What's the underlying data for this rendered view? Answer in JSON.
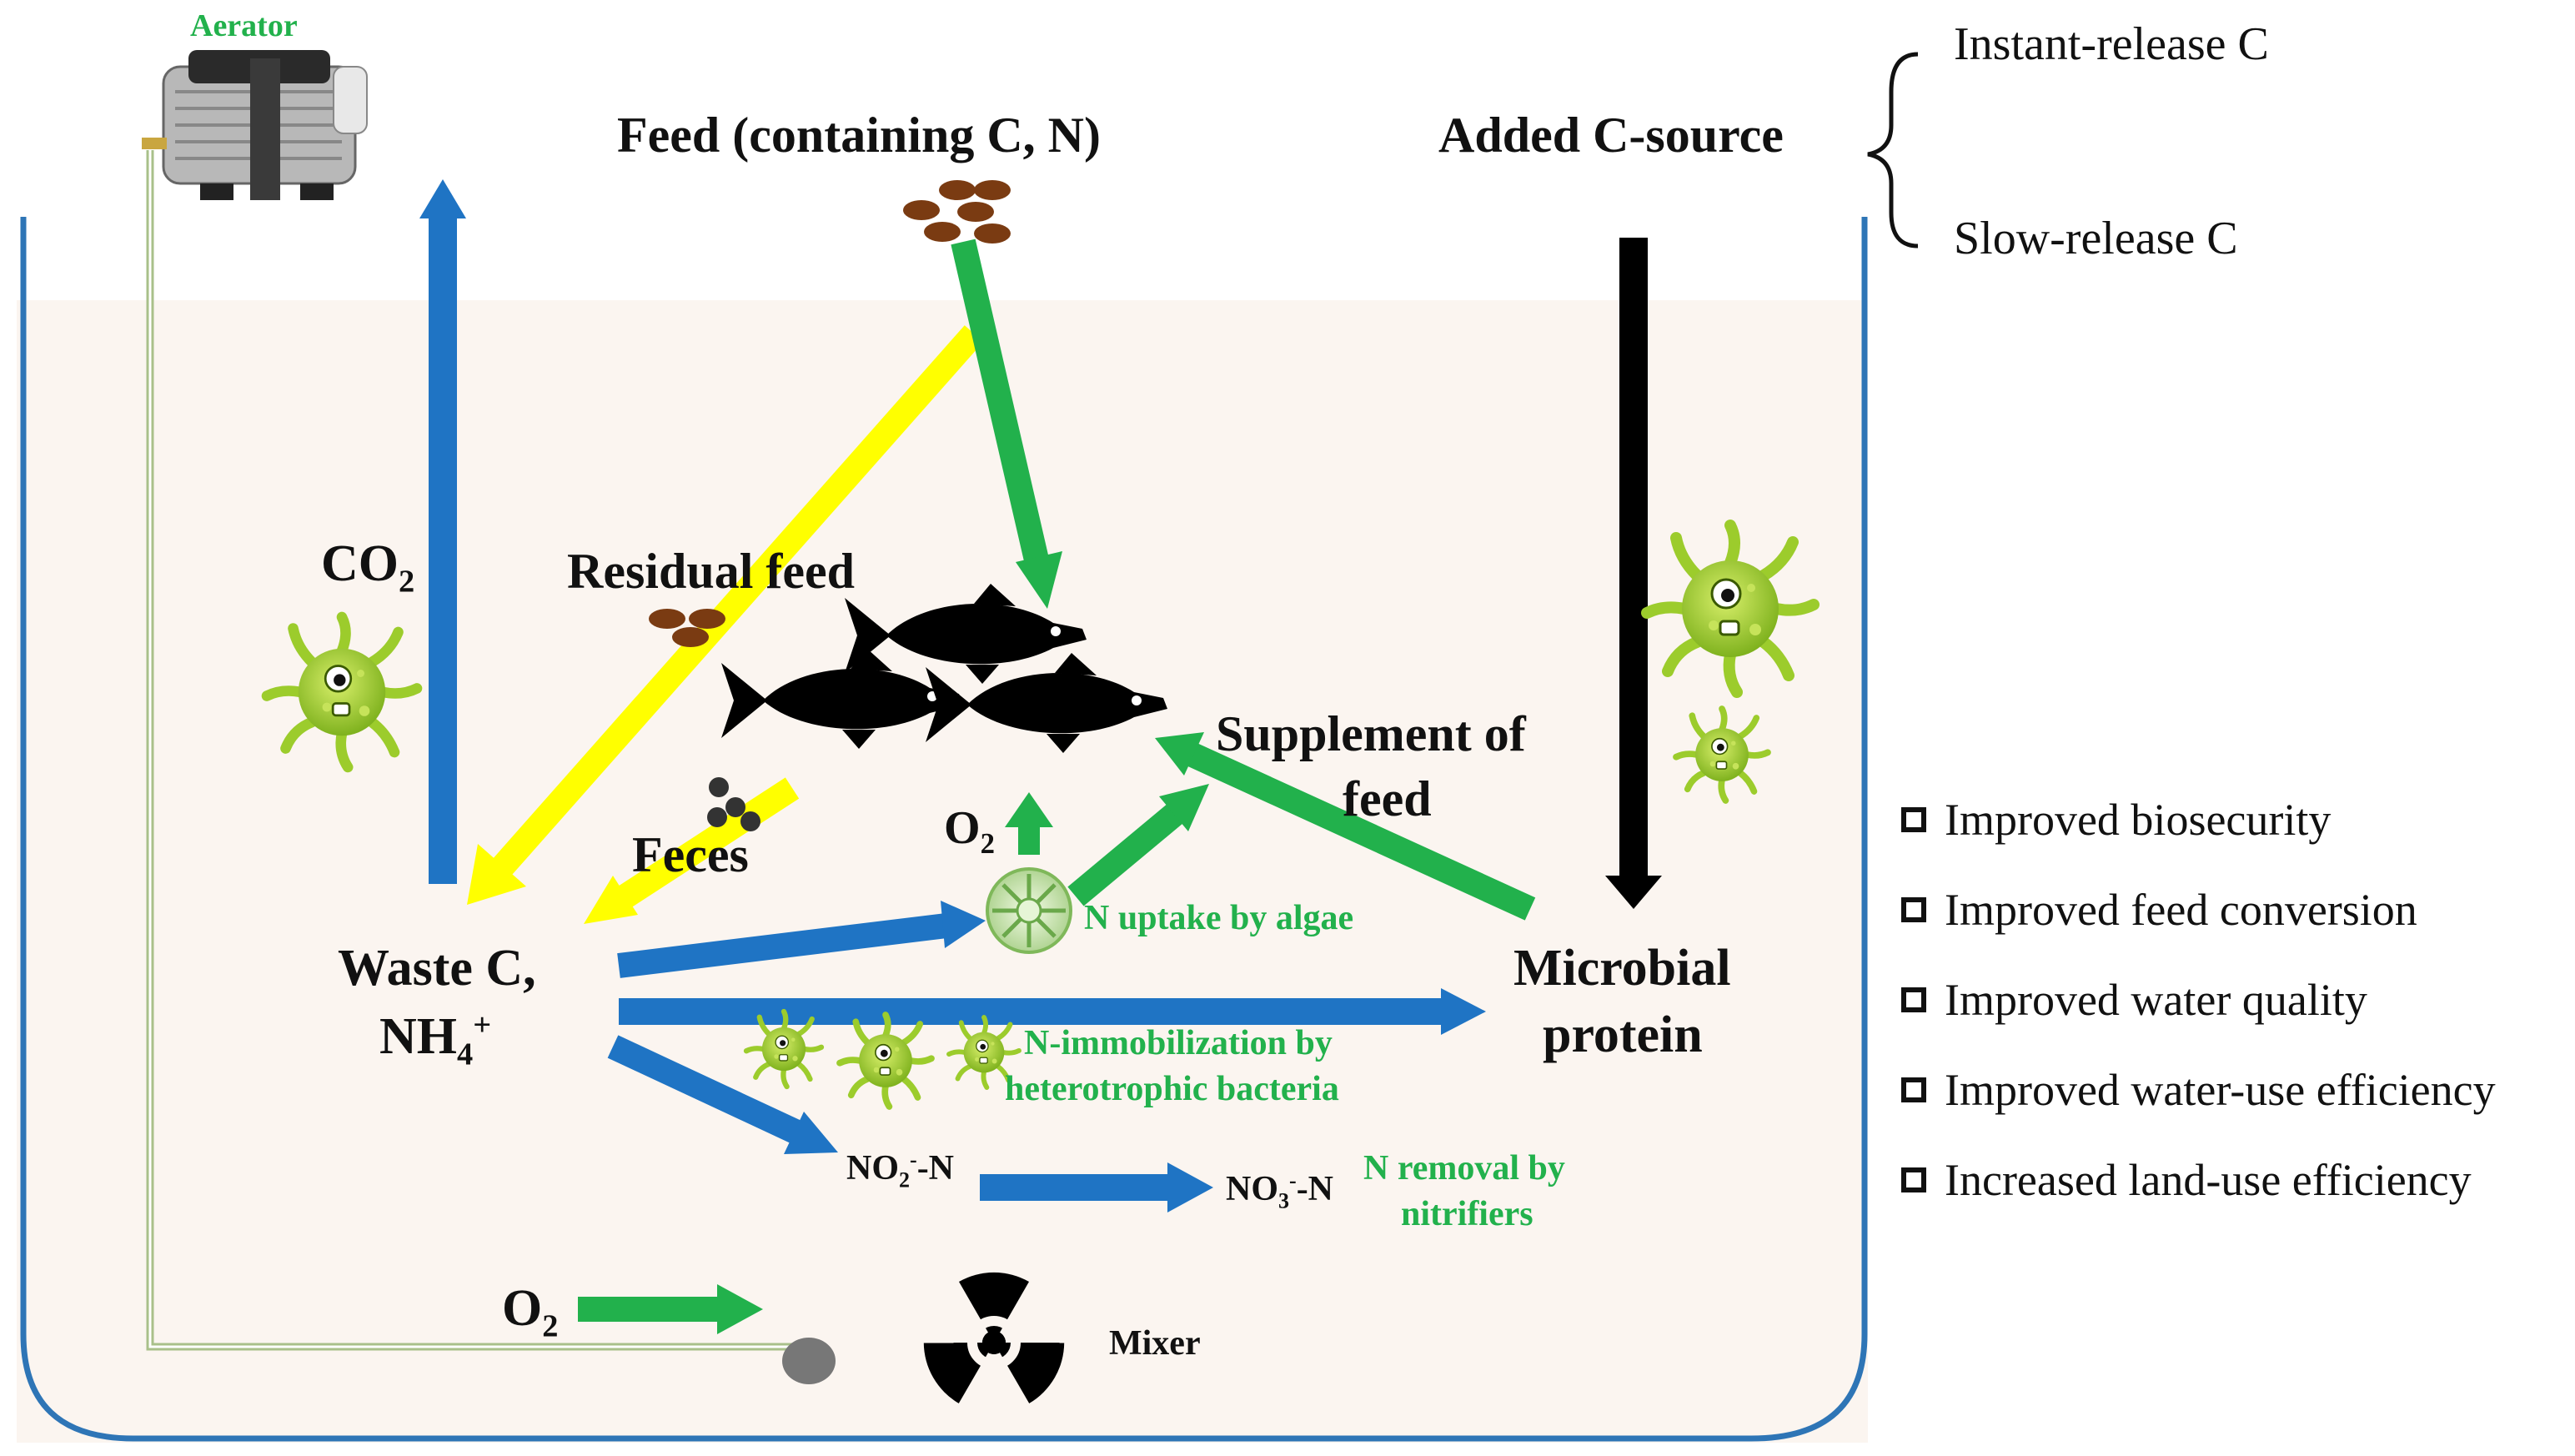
{
  "labels": {
    "aerator": "Aerator",
    "feed": "Feed (containing C, N)",
    "added_c": "Added C-source",
    "instant_c": "Instant-release C",
    "slow_c": "Slow-release C",
    "co2_main": "CO",
    "co2_sub": "2",
    "residual_feed": "Residual feed",
    "supplement_line1": "Supplement of",
    "supplement_line2": "feed",
    "o2_main": "O",
    "o2_sub": "2",
    "feces": "Feces",
    "waste_line1": "Waste C,",
    "nh4_main": "NH",
    "nh4_sub": "4",
    "nh4_sup": "+",
    "n_uptake": "N uptake by algae",
    "microbial_line1": "Microbial",
    "microbial_line2": "protein",
    "n_immob_line1": "N-immobilization by",
    "n_immob_line2": "heterotrophic bacteria",
    "no2_main": "NO",
    "no2_sub": "2",
    "no2_sup": "-",
    "no2_tail": "-N",
    "no3_main": "NO",
    "no3_sub": "3",
    "no3_sup": "-",
    "no3_tail": "-N",
    "n_removal_line1": "N removal by",
    "n_removal_line2": "nitrifiers",
    "o2b_main": "O",
    "o2b_sub": "2",
    "mixer": "Mixer"
  },
  "benefits": [
    "Improved biosecurity",
    "Improved feed conversion",
    "Improved water quality",
    "Improved water-use efficiency",
    "Increased land-use efficiency"
  ],
  "colors": {
    "blue_arrow": "#1f74c4",
    "green_arrow": "#22b14c",
    "yellow_arrow": "#ffff00",
    "black_arrow": "#000000",
    "tank_fill": "#fbf5f0",
    "tank_border": "#2e75b6",
    "microbe": "#9ccc2c",
    "feed_pellet": "#7a3b12"
  }
}
